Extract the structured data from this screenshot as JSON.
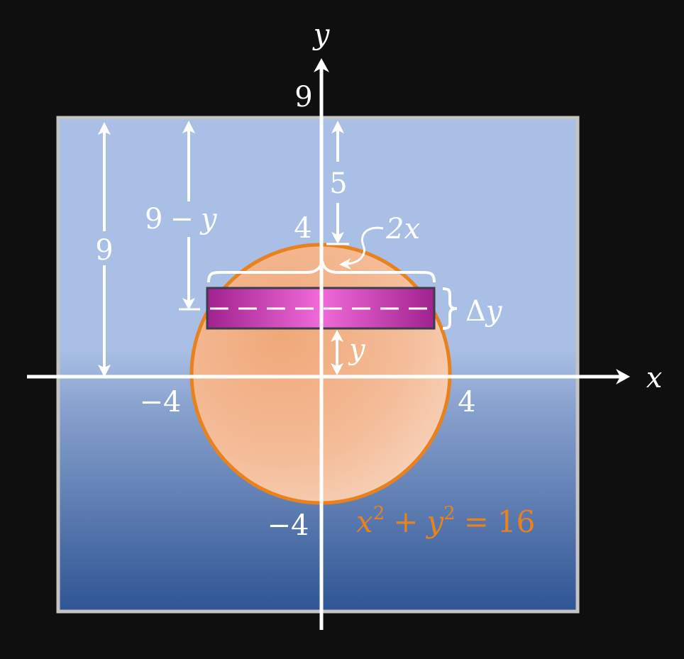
{
  "axes": {
    "x_label": "x",
    "y_label": "y"
  },
  "labels": {
    "y_top": "9",
    "nine_left": "9",
    "nine_minus": "9",
    "minus_sign": "−",
    "y_var": "y",
    "five": "5",
    "four_top": "4",
    "two_x": "2x",
    "delta": "Δ",
    "delta_y": "y",
    "y_small": "y",
    "neg4_left": "−4",
    "pos4_right": "4",
    "neg4_bottom": "−4"
  },
  "equation": {
    "x": "x",
    "x_exp": "2",
    "plus": "+",
    "y": "y",
    "y_exp": "2",
    "eq": "=",
    "rhs": "16"
  },
  "colors": {
    "background": "#0f0f0f",
    "tank_top": "#a9bfe5",
    "tank_bottom": "#2f5594",
    "tank_border": "#c4c4c4",
    "circle_fill": "#f2b88e",
    "circle_stroke": "#e8821e",
    "slab": "#d44cc0",
    "equation": "#e8821e",
    "axis": "#ffffff"
  }
}
